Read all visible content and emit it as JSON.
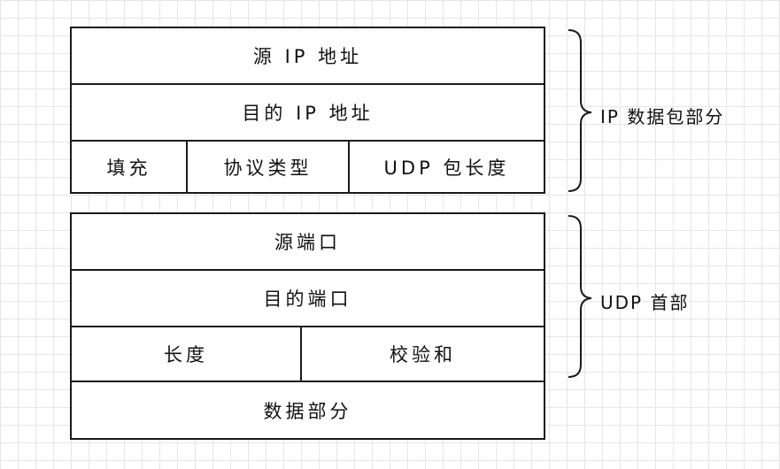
{
  "ip_part": {
    "rows": [
      [
        "源 IP 地址"
      ],
      [
        "目的 IP 地址"
      ],
      [
        "填充",
        "协议类型",
        "UDP 包长度"
      ]
    ],
    "label": "IP 数据包部分"
  },
  "udp_part": {
    "rows": [
      [
        "源端口"
      ],
      [
        "目的端口"
      ],
      [
        "长度",
        "校验和"
      ],
      [
        "数据部分"
      ]
    ],
    "label": "UDP 首部"
  }
}
